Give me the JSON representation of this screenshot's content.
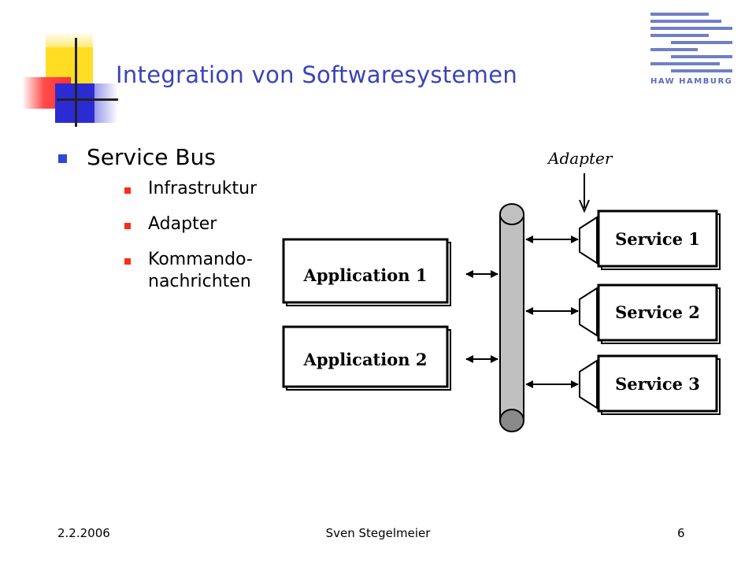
{
  "slide": {
    "title": "Integration von Softwaresystemen",
    "logo_text": "HAW HAMBURG",
    "bullets": [
      {
        "label": "Service Bus",
        "sub": [
          {
            "lines": [
              "Infrastruktur"
            ]
          },
          {
            "lines": [
              "Adapter"
            ]
          },
          {
            "lines": [
              "Kommando-",
              "nachrichten"
            ]
          }
        ]
      }
    ],
    "colors": {
      "title": "#3a44b8",
      "bullet_level1": "#2f47d6",
      "bullet_level2": "#ff2a1a",
      "logo": "#6f7fc7"
    }
  },
  "diagram": {
    "adapter_label": "Adapter",
    "bus_color": "#c0c0c0",
    "applications": [
      "Application 1",
      "Application 2"
    ],
    "services": [
      "Service 1",
      "Service 2",
      "Service 3"
    ],
    "icons": [
      "double-arrow-icon",
      "adapter-trapezoid-icon",
      "down-arrow-icon"
    ]
  },
  "footer": {
    "date": "2.2.2006",
    "author": "Sven Stegelmeier",
    "page": "6"
  }
}
